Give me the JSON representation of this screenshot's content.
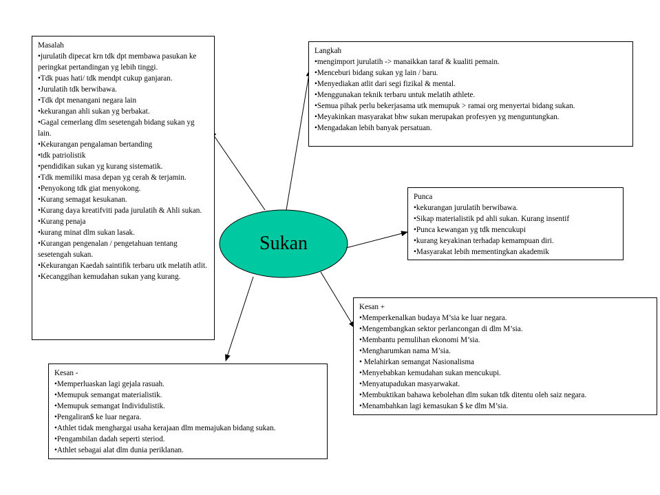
{
  "center": {
    "label": "Sukan",
    "fill": "#00C8A0"
  },
  "masalah": {
    "title": "Masalah",
    "items": [
      "•jurulatih dipecat krn tdk dpt membawa pasukan ke peringkat pertandingan yg lebih tinggi.",
      "•Tdk puas hati/ tdk mendpt cukup ganjaran.",
      "•Jurulatih tdk berwibawa.",
      "•Tdk dpt menangani negara lain",
      "•kekurangan ahli sukan yg berbakat.",
      "•Gagal cemerlang dlm sesetengah bidang sukan yg lain.",
      "•Kekurangan pengalaman bertanding",
      "•tdk patriolistik",
      "•pendidikan sukan yg kurang sistematik.",
      "•Tdk memiliki masa depan yg cerah & terjamin.",
      "•Penyokong tdk giat menyokong.",
      "•Kurang semagat kesukanan.",
      "•Kurang daya kreatifviti pada jurulatih & Ahli sukan.",
      "•Kurang penaja",
      "•kurang minat dlm sukan lasak.",
      "•Kurangan pengenalan / pengetahuan tentang sesetengah sukan.",
      "•Kekurangan Kaedah saintifik terbaru utk melatih atlit.",
      "•Kecanggihan kemudahan sukan yang kurang."
    ]
  },
  "langkah": {
    "title": "Langkah",
    "items": [
      "•mengimport jurulatih -> manaikkan taraf & kualiti pemain.",
      "•Menceburi bidang sukan yg lain / baru.",
      "•Menyediakan atlit dari segi fizikal & mental.",
      "•Menggunakan teknik terbaru untuk melatih athlete.",
      "•Semua pihak perlu bekerjasama utk memupuk > ramai org menyertai bidang sukan.",
      "•Meyakinkan masyarakat bhw sukan merupakan profesyen yg menguntungkan.",
      "•Mengadakan lebih banyak persatuan."
    ]
  },
  "punca": {
    "title": "Punca",
    "items": [
      "•kekurangan jurulatih berwibawa.",
      "•Sikap materialistik pd ahli sukan. Kurang insentif",
      "•Punca kewangan yg tdk mencukupi",
      "•kurang keyakinan terhadap kemampuan diri.",
      "•Masyarakat lebih mementingkan akademik"
    ]
  },
  "kesan_plus": {
    "title": "Kesan +",
    "items": [
      "•Memperkenalkan budaya M’sia ke luar negara.",
      "•Mengembangkan sektor perlancongan di dlm M’sia.",
      "•Membantu pemulihan ekonomi M’sia.",
      "•Mengharumkan nama M’sia.",
      "• Melahirkan semangat Nasionalisma",
      "•Menyebabkan kemudahan sukan mencukupi.",
      "•Menyatupadukan masyarwakat.",
      "•Membuktikan bahawa kebolehan dlm sukan tdk ditentu oleh saiz negara.",
      "•Menambahkan lagi kemasukan $ ke dlm M’sia."
    ]
  },
  "kesan_minus": {
    "title": "Kesan -",
    "items": [
      "•Memperluaskan lagi gejala rasuah.",
      "•Memupuk semangat materialistik.",
      "•Memupuk semangat Individulistik.",
      "•Pengaliran$ ke luar negara.",
      "•Athlet tidak menghargai usaha kerajaan dlm memajukan bidang sukan.",
      "•Pengambilan dadah seperti steriod.",
      "•Athlet sebagai alat dlm dunia periklanan."
    ]
  }
}
